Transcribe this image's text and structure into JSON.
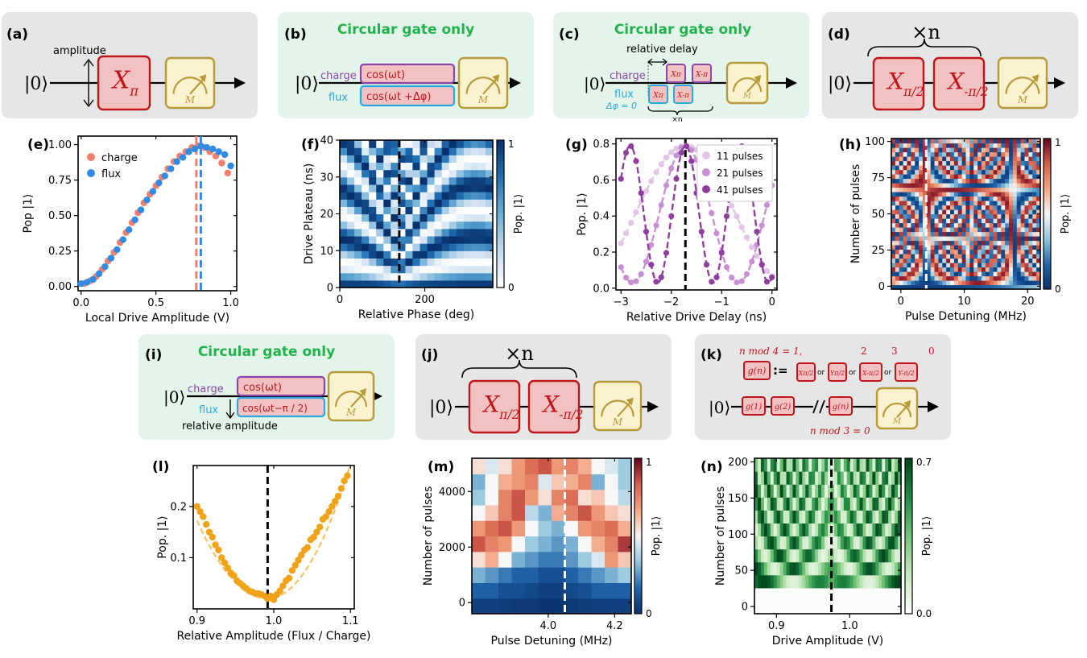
{
  "colors": {
    "gray_box": "#e6e6e6",
    "green_box": "#e3f4ea",
    "green_title": "#22b14c",
    "red_gate_fill": "#f2c2c2",
    "red_gate_stroke": "#c0161b",
    "measure_fill": "#fbf2cf",
    "measure_stroke": "#b89a3a",
    "charge_purple": "#8e44ad",
    "flux_cyan": "#29a9e0",
    "charge_series": "#f07f6e",
    "flux_series": "#2f8be6",
    "orange_series": "#f0a318"
  },
  "circuits": {
    "a": {
      "label": "(a)",
      "ket": "|0⟩",
      "amplitude": "amplitude",
      "gate": "X",
      "gate_sub": "π",
      "meter": "M"
    },
    "b": {
      "label": "(b)",
      "title": "Circular gate only",
      "ket": "|0⟩",
      "charge": "charge",
      "flux": "flux",
      "charge_drive": "cos(ωt)",
      "flux_drive": "cos(ωt +Δφ)",
      "meter": "M"
    },
    "c": {
      "label": "(c)",
      "title": "Circular gate only",
      "ket": "|0⟩",
      "relative_delay": "relative delay",
      "charge": "charge",
      "flux": "flux",
      "flux_phase": "Δφ = 0",
      "g1": "Xπ",
      "g2": "X-π",
      "repeat": "×n",
      "meter": "M"
    },
    "d": {
      "label": "(d)",
      "repeat": "×n",
      "ket": "|0⟩",
      "g1": "X",
      "g1_sub": "π/2",
      "g2": "X",
      "g2_sub": "-π/2",
      "meter": "M"
    },
    "i": {
      "label": "(i)",
      "title": "Circular gate only",
      "ket": "|0⟩",
      "charge": "charge",
      "flux": "flux",
      "charge_drive": "cos(ωt)",
      "flux_drive": "cos(ωt−π / 2)",
      "relative_amplitude": "relative amplitude",
      "meter": "M"
    },
    "j": {
      "label": "(j)",
      "repeat": "×n",
      "ket": "|0⟩",
      "g1": "X",
      "g1_sub": "π/2",
      "g2": "X",
      "g2_sub": "-π/2",
      "meter": "M"
    },
    "k": {
      "label": "(k)",
      "mod4_text": "n mod 4  =  1,",
      "mod_vals": [
        "2",
        "3",
        "0"
      ],
      "gn": "g(n)",
      "defines": ":=",
      "or": "or",
      "opts": [
        "Xπ/2",
        "Yπ/2",
        "X-π/2",
        "Y-π/2"
      ],
      "ket": "|0⟩",
      "g1": "g(1)",
      "g2": "g(2)",
      "gn2": "g(n)",
      "mod3": "n mod 3 = 0",
      "meter": "M"
    }
  },
  "chart_data": [
    {
      "panel": "(e)",
      "type": "scatter",
      "xlabel": "Local Drive Amplitude (V)",
      "ylabel": "Pop |1⟩",
      "xlim": [
        -0.02,
        1.04
      ],
      "ylim": [
        -0.03,
        1.06
      ],
      "xticks": [
        "0.0",
        "0.5",
        "1.0"
      ],
      "xtick_vals": [
        0,
        0.5,
        1
      ],
      "yticks": [
        "0.00",
        "0.25",
        "0.50",
        "0.75",
        "1.00"
      ],
      "ytick_vals": [
        0,
        0.25,
        0.5,
        0.75,
        1
      ],
      "legend": [
        "charge",
        "flux"
      ],
      "vlines": [
        0.77,
        0.8
      ],
      "series": [
        {
          "name": "charge",
          "x": [
            0.02,
            0.06,
            0.1,
            0.14,
            0.18,
            0.22,
            0.26,
            0.3,
            0.34,
            0.38,
            0.42,
            0.46,
            0.5,
            0.54,
            0.58,
            0.62,
            0.66,
            0.7,
            0.74,
            0.78,
            0.82,
            0.86,
            0.9,
            0.94,
            0.98
          ],
          "y": [
            0.02,
            0.04,
            0.07,
            0.12,
            0.18,
            0.24,
            0.31,
            0.38,
            0.45,
            0.52,
            0.59,
            0.65,
            0.71,
            0.77,
            0.83,
            0.88,
            0.92,
            0.95,
            0.98,
            0.99,
            0.98,
            0.95,
            0.92,
            0.87,
            0.8
          ]
        },
        {
          "name": "flux",
          "x": [
            0.0,
            0.04,
            0.08,
            0.12,
            0.16,
            0.2,
            0.24,
            0.28,
            0.32,
            0.36,
            0.4,
            0.44,
            0.48,
            0.52,
            0.56,
            0.6,
            0.64,
            0.68,
            0.72,
            0.76,
            0.8,
            0.84,
            0.88,
            0.92,
            0.96,
            1.0
          ],
          "y": [
            0.02,
            0.03,
            0.05,
            0.09,
            0.14,
            0.2,
            0.26,
            0.33,
            0.4,
            0.47,
            0.54,
            0.61,
            0.67,
            0.73,
            0.78,
            0.83,
            0.88,
            0.91,
            0.95,
            0.97,
            0.99,
            0.98,
            0.97,
            0.95,
            0.93,
            0.85
          ]
        }
      ]
    },
    {
      "panel": "(f)",
      "type": "heatmap",
      "xlabel": "Relative Phase (deg)",
      "ylabel": "Drive Plateau (ns)",
      "xlim": [
        0,
        360
      ],
      "ylim": [
        0,
        40
      ],
      "xticks": [
        "0",
        "200"
      ],
      "xtick_vals": [
        0,
        200
      ],
      "yticks": [
        "0",
        "10",
        "20",
        "30",
        "40"
      ],
      "ytick_vals": [
        0,
        10,
        20,
        30,
        40
      ],
      "colorbar": {
        "label": "Pop. |1⟩",
        "ticks": [
          "0",
          "1"
        ]
      },
      "vline": 140,
      "model": "0.5 + 0.5*cos(2π*y/(10*(0.55+0.85*|sin((x-140)/2 deg)|)))"
    },
    {
      "panel": "(g)",
      "type": "line",
      "xlabel": "Relative Drive Delay (ns)",
      "ylabel": "Pop. |1⟩",
      "xlim": [
        -3.1,
        0.1
      ],
      "ylim": [
        -0.01,
        0.83
      ],
      "xticks": [
        "−3",
        "−2",
        "−1",
        "0"
      ],
      "xtick_vals": [
        -3,
        -2,
        -1,
        0
      ],
      "yticks": [
        "0.0",
        "0.2",
        "0.4",
        "0.6",
        "0.8"
      ],
      "ytick_vals": [
        0,
        0.2,
        0.4,
        0.6,
        0.8
      ],
      "vline": -1.72,
      "series": [
        {
          "name": "11 pulses",
          "color": "#e2c4e6",
          "center": -1.72,
          "period": 4.0
        },
        {
          "name": "21 pulses",
          "color": "#c88fd4",
          "center": -1.72,
          "period": 2.1
        },
        {
          "name": "41 pulses",
          "color": "#8e3f9e",
          "center": -1.72,
          "period": 1.1
        }
      ]
    },
    {
      "panel": "(h)",
      "type": "heatmap",
      "xlabel": "Pulse Detuning (MHz)",
      "ylabel": "Number of pulses",
      "xlim": [
        -1.5,
        22
      ],
      "ylim": [
        -2,
        102
      ],
      "xticks": [
        "0",
        "10",
        "20"
      ],
      "xtick_vals": [
        0,
        10,
        20
      ],
      "yticks": [
        "0",
        "25",
        "50",
        "75",
        "100"
      ],
      "ytick_vals": [
        0,
        25,
        50,
        75,
        100
      ],
      "colorbar": {
        "label": "Pop. |1⟩",
        "ticks": [
          "0",
          "1"
        ]
      },
      "vline": 4
    },
    {
      "panel": "(l)",
      "type": "scatter",
      "xlabel": "Relative Amplitude (Flux / Charge)",
      "ylabel": "Pop. |1⟩",
      "xlim": [
        0.895,
        1.105
      ],
      "ylim": [
        0.0,
        0.28
      ],
      "xticks": [
        "0.9",
        "1.0",
        "1.1"
      ],
      "xtick_vals": [
        0.9,
        1.0,
        1.1
      ],
      "yticks": [
        "0.1",
        "0.2"
      ],
      "ytick_vals": [
        0.1,
        0.2
      ],
      "vline": 0.992,
      "x": [
        0.9,
        0.904,
        0.908,
        0.912,
        0.916,
        0.92,
        0.924,
        0.928,
        0.932,
        0.936,
        0.94,
        0.944,
        0.948,
        0.952,
        0.956,
        0.96,
        0.964,
        0.968,
        0.972,
        0.976,
        0.98,
        0.984,
        0.988,
        0.992,
        0.996,
        1.0,
        1.004,
        1.008,
        1.012,
        1.016,
        1.02,
        1.024,
        1.028,
        1.032,
        1.036,
        1.04,
        1.044,
        1.048,
        1.052,
        1.056,
        1.06,
        1.064,
        1.068,
        1.072,
        1.076,
        1.08,
        1.084,
        1.088,
        1.092,
        1.096
      ],
      "y": [
        0.2,
        0.19,
        0.18,
        0.165,
        0.15,
        0.14,
        0.125,
        0.115,
        0.1,
        0.09,
        0.08,
        0.07,
        0.065,
        0.055,
        0.05,
        0.045,
        0.04,
        0.035,
        0.033,
        0.03,
        0.03,
        0.028,
        0.025,
        0.02,
        0.025,
        0.018,
        0.028,
        0.035,
        0.045,
        0.055,
        0.06,
        0.075,
        0.085,
        0.095,
        0.105,
        0.115,
        0.12,
        0.135,
        0.14,
        0.15,
        0.16,
        0.175,
        0.18,
        0.19,
        0.2,
        0.21,
        0.22,
        0.235,
        0.25,
        0.26
      ]
    },
    {
      "panel": "(m)",
      "type": "heatmap",
      "xlabel": "Pulse Detuning (MHz)",
      "ylabel": "Number of pulses",
      "xlim": [
        3.77,
        4.25
      ],
      "ylim": [
        -400,
        5200
      ],
      "xticks": [
        "4.0",
        "4.2"
      ],
      "xtick_vals": [
        4.0,
        4.2
      ],
      "yticks": [
        "0",
        "2000",
        "4000"
      ],
      "ytick_vals": [
        0,
        2000,
        4000
      ],
      "colorbar": {
        "label": "Pop. |1⟩",
        "ticks": [
          "0",
          "1"
        ]
      },
      "vline": 4.05
    },
    {
      "panel": "(n)",
      "type": "heatmap",
      "xlabel": "Drive Amplitude (V)",
      "ylabel": "Number of pulses",
      "xlim": [
        0.87,
        1.07
      ],
      "ylim": [
        -10,
        205
      ],
      "xticks": [
        "0.9",
        "1.0"
      ],
      "xtick_vals": [
        0.9,
        1.0
      ],
      "yticks": [
        "0",
        "50",
        "100",
        "150",
        "200"
      ],
      "ytick_vals": [
        0,
        50,
        100,
        150,
        200
      ],
      "colorbar": {
        "label": "Pop. |1⟩",
        "ticks": [
          "0.0",
          "0.7"
        ]
      },
      "vline": 0.975
    }
  ]
}
